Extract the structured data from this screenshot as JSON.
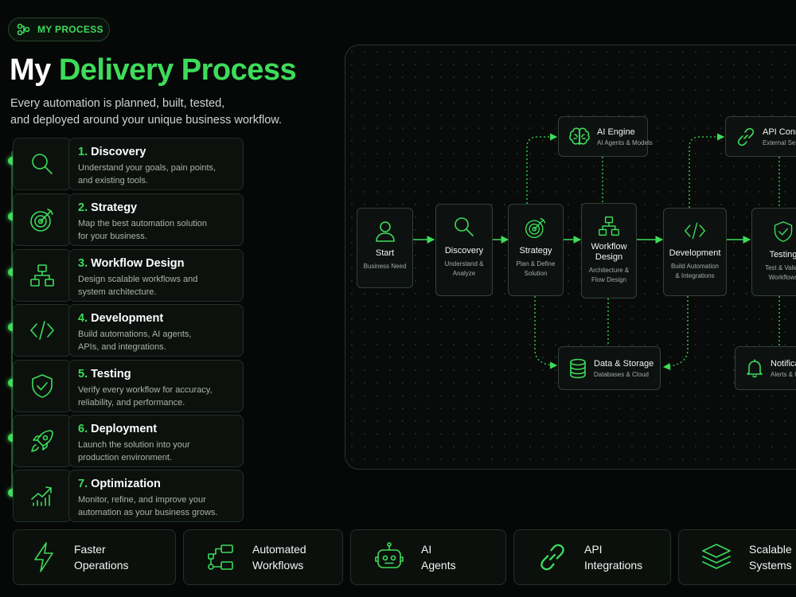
{
  "badge": {
    "icon": "flow-icon",
    "label": "MY PROCESS"
  },
  "header": {
    "title_white": "My",
    "title_green": "Delivery Process",
    "subtitle_line1": "Every automation is planned, built, tested,",
    "subtitle_line2": "and deployed around your unique business workflow."
  },
  "steps": [
    {
      "num": "1.",
      "title": "Discovery",
      "desc1": "Understand your goals, pain points,",
      "desc2": "and existing tools.",
      "icon": "search-icon"
    },
    {
      "num": "2.",
      "title": "Strategy",
      "desc1": "Map the best automation solution",
      "desc2": "for your business.",
      "icon": "target-icon"
    },
    {
      "num": "3.",
      "title": "Workflow Design",
      "desc1": "Design scalable workflows and",
      "desc2": "system architecture.",
      "icon": "hierarchy-icon"
    },
    {
      "num": "4.",
      "title": "Development",
      "desc1": "Build automations, AI agents,",
      "desc2": "APIs, and integrations.",
      "icon": "code-icon"
    },
    {
      "num": "5.",
      "title": "Testing",
      "desc1": "Verify every workflow for accuracy,",
      "desc2": "reliability, and performance.",
      "icon": "shield-check-icon"
    },
    {
      "num": "6.",
      "title": "Deployment",
      "desc1": "Launch the solution into your",
      "desc2": "production environment.",
      "icon": "rocket-icon"
    },
    {
      "num": "7.",
      "title": "Optimization",
      "desc1": "Monitor, refine, and improve your",
      "desc2": "automation as your business grows.",
      "icon": "growth-chart-icon"
    }
  ],
  "diagram": {
    "start": {
      "title": "Start",
      "sub": "Business Need",
      "icon": "user-icon"
    },
    "discovery": {
      "title": "Discovery",
      "sub1": "Understand &",
      "sub2": "Analyze",
      "icon": "search-icon"
    },
    "strategy": {
      "title": "Strategy",
      "sub1": "Plan & Define",
      "sub2": "Solution",
      "icon": "target-icon"
    },
    "workflow": {
      "title1": "Workflow",
      "title2": "Design",
      "sub1": "Architecture &",
      "sub2": "Flow Design",
      "icon": "hierarchy-icon"
    },
    "development": {
      "title": "Development",
      "sub1": "Build Automation",
      "sub2": "& Integrations",
      "icon": "code-icon"
    },
    "testing": {
      "title": "Testing",
      "sub1": "Test & Valida",
      "sub2": "Workflows",
      "icon": "shield-check-icon"
    },
    "ai_engine": {
      "title": "AI Engine",
      "sub": "AI Agents & Models",
      "icon": "brain-icon"
    },
    "api": {
      "title": "API Conne",
      "sub": "External Servi",
      "icon": "link-icon"
    },
    "data": {
      "title": "Data & Storage",
      "sub": "Databases & Cloud",
      "icon": "database-icon"
    },
    "notif": {
      "title": "Notifica",
      "sub": "Alerts & U",
      "icon": "bell-icon"
    }
  },
  "features": [
    {
      "line1": "Faster",
      "line2": "Operations",
      "icon": "lightning-icon"
    },
    {
      "line1": "Automated",
      "line2": "Workflows",
      "icon": "workflow-icon"
    },
    {
      "line1": "AI",
      "line2": "Agents",
      "icon": "robot-icon"
    },
    {
      "line1": "API",
      "line2": "Integrations",
      "icon": "link-icon"
    },
    {
      "line1": "Scalable",
      "line2": "Systems",
      "icon": "layers-icon"
    }
  ],
  "colors": {
    "accent": "#3ddc5a",
    "background": "#060807",
    "card": "#0c110e",
    "border": "#23302a"
  }
}
